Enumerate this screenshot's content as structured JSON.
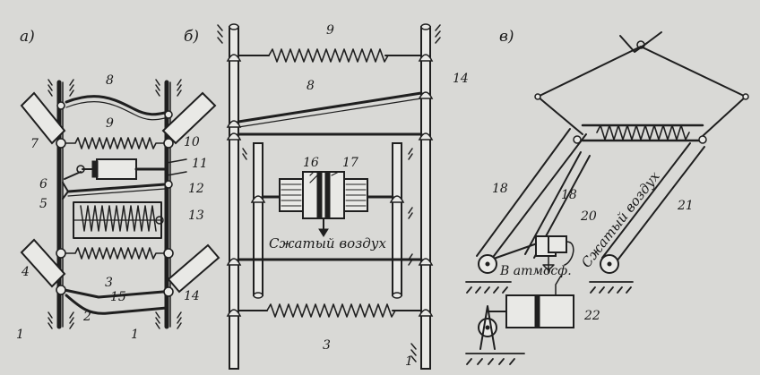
{
  "panels": {
    "a": "а)",
    "b": "б)",
    "c": "в)"
  },
  "labels": {
    "a": {
      "n8": "8",
      "n9": "9",
      "n7": "7",
      "n10": "10",
      "n11": "11",
      "n6": "6",
      "n12": "12",
      "n5": "5",
      "n13": "13",
      "n4": "4",
      "n3": "3",
      "n15": "15",
      "n14": "14",
      "n2": "2",
      "n1a": "1",
      "n1b": "1"
    },
    "b": {
      "n9": "9",
      "n14": "14",
      "n8": "8",
      "n16": "16",
      "n17": "17",
      "n3": "3",
      "n1": "1",
      "air": "Сжатый воздух"
    },
    "c": {
      "n18a": "18",
      "n18b": "18",
      "n20": "20",
      "n21": "21",
      "n22": "22",
      "atm": "В атмосф.",
      "air": "Сжатый воздух"
    }
  }
}
